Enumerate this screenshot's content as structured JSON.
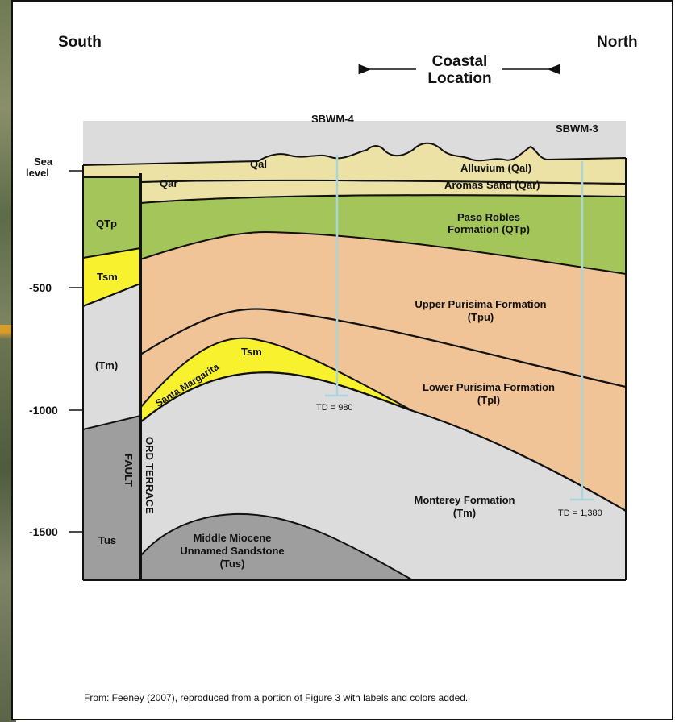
{
  "header": {
    "south": "South",
    "north": "North",
    "location_line1": "Coastal",
    "location_line2": "Location"
  },
  "wells": [
    {
      "name": "SBWM-4",
      "td": "TD = 980"
    },
    {
      "name": "SBWM-3",
      "td": "TD = 1,380"
    }
  ],
  "depth_axis": {
    "labels": [
      "Sea",
      "level",
      "-500",
      "-1000",
      "-1500"
    ]
  },
  "units": {
    "qal": "Qal",
    "alluvium": "Alluvium (Qal)",
    "qar": "Qar",
    "aromas": "Aromas Sand (Qar)",
    "qtp": "QTp",
    "paso_line1": "Paso Robles",
    "paso_line2": "Formation (QTp)",
    "tsm_left": "Tsm",
    "tsm_mid": "Tsm",
    "santa_margarita": "Santa Margarita",
    "tm_left": "(Tm)",
    "upper_line1": "Upper Purisima Formation",
    "upper_line2": "(Tpu)",
    "lower_line1": "Lower Purisima Formation",
    "lower_line2": "(Tpl)",
    "monterey_line1": "Monterey Formation",
    "monterey_line2": "(Tm)",
    "tus_left": "Tus",
    "tus_line1": "Middle Miocene",
    "tus_line2": "Unnamed Sandstone",
    "tus_line3": "(Tus)"
  },
  "fault": {
    "label1": "ORD",
    "label2": "TERRACE",
    "label3": "FAULT"
  },
  "caption": "From: Feeney (2007), reproduced from a portion of Figure 3 with labels and colors added.",
  "colors": {
    "alluvium": "#ede2a6",
    "aromas": "#ede2a6",
    "paso_robles": "#a4c55a",
    "purisima": "#f0c497",
    "santa_margarita": "#f7f12e",
    "monterey": "#dcdcdc",
    "unnamed_sandstone": "#9e9e9e",
    "well": "#a9d5dc"
  }
}
